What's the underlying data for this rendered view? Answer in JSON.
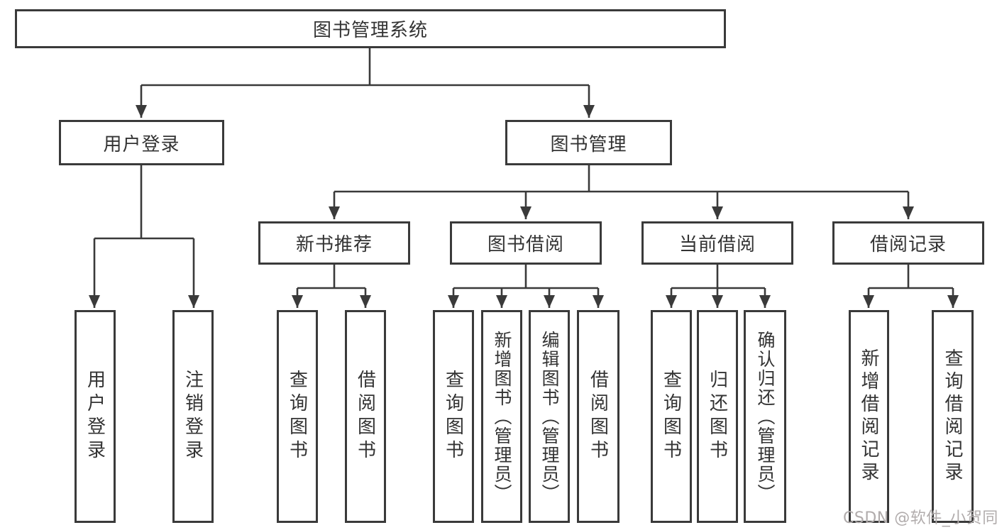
{
  "diagram": {
    "colors": {
      "line": "#3a3a3a",
      "text": "#333333",
      "background": "#ffffff",
      "watermark_text": "#b1acac"
    },
    "nodes": {
      "root": {
        "label": "图书管理系统"
      },
      "level2": [
        {
          "label": "用户登录"
        },
        {
          "label": "图书管理"
        }
      ],
      "level3": [
        {
          "label": "新书推荐"
        },
        {
          "label": "图书借阅"
        },
        {
          "label": "当前借阅"
        },
        {
          "label": "借阅记录"
        }
      ],
      "leaves": {
        "user_login": [
          "用户登录",
          "注销登录"
        ],
        "new_books": [
          "查询图书",
          "借阅图书"
        ],
        "book_borrow": [
          "查询图书",
          "新增图书（管理员）",
          "编辑图书（管理员）",
          "借阅图书"
        ],
        "current_borrow": [
          "查询图书",
          "归还图书",
          "确认归还（管理员）"
        ],
        "borrow_records": [
          "新增借阅记录",
          "查询借阅记录"
        ]
      }
    },
    "watermark": {
      "text": "CSDN @软件_小贺同学"
    }
  }
}
